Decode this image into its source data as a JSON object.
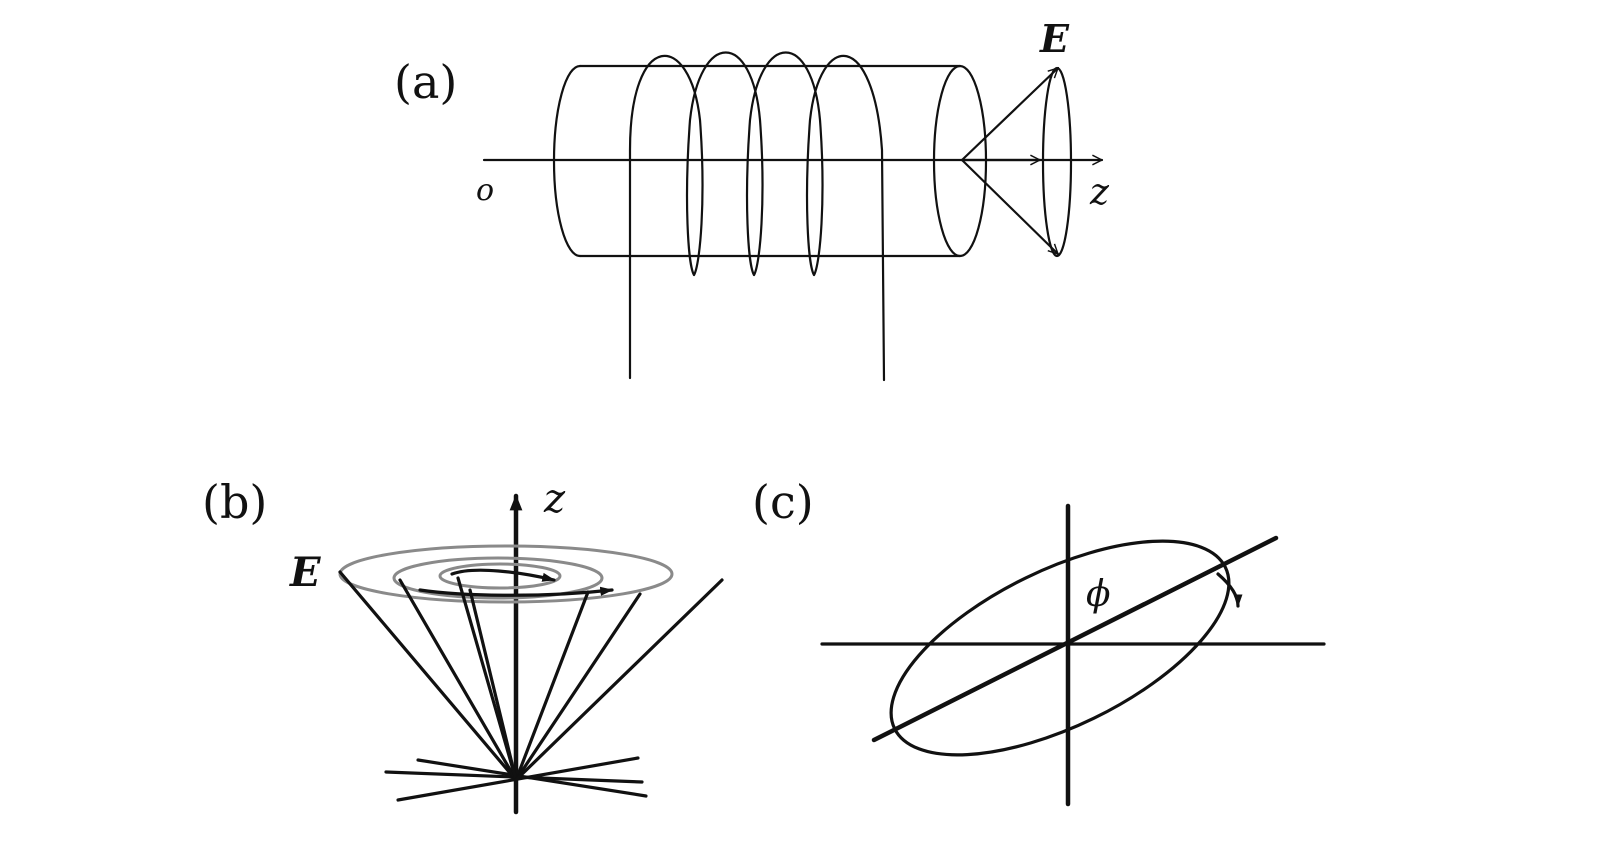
{
  "panels": {
    "a": {
      "label": "(a)",
      "origin_label": "o",
      "axis_label": "z",
      "field_label": "E"
    },
    "b": {
      "label": "(b)",
      "axis_label": "z",
      "field_label": "E"
    },
    "c": {
      "label": "(c)",
      "angle_label": "ϕ"
    }
  }
}
